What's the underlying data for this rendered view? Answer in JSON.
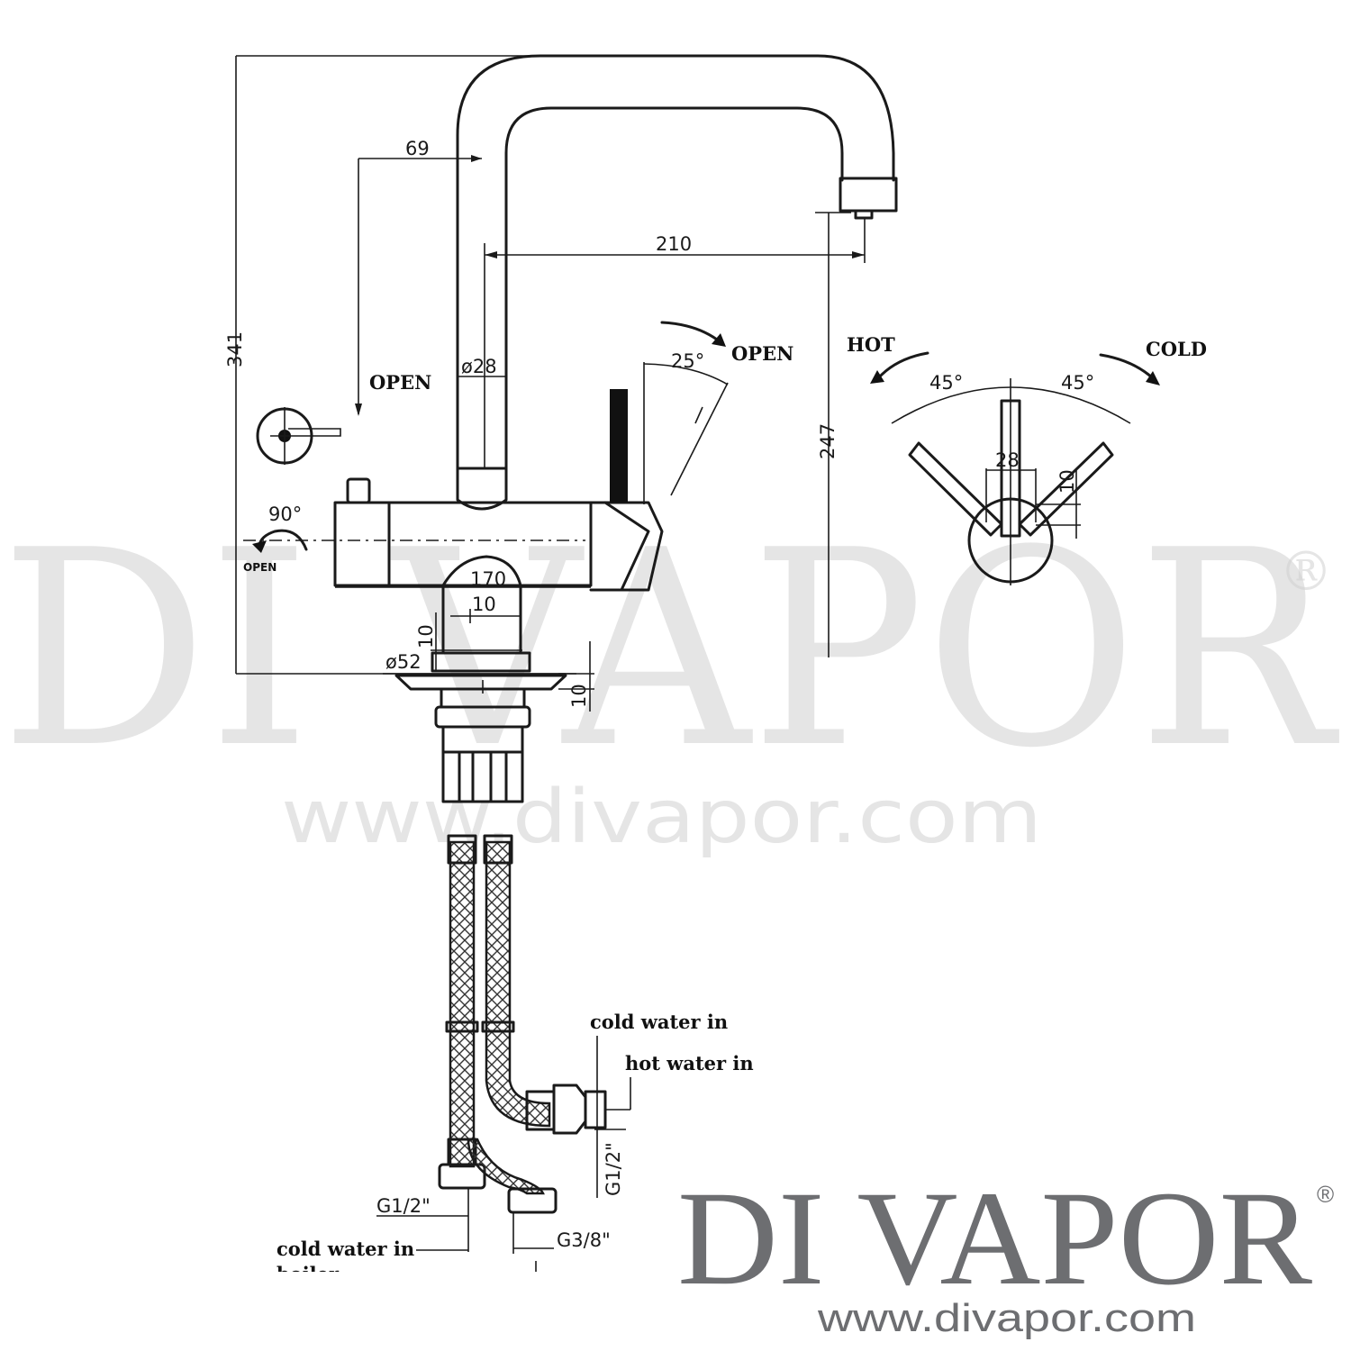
{
  "watermark": {
    "brand": "DI VAPOR",
    "registered": "®",
    "url": "www.divapor.com"
  },
  "logo": {
    "brand": "DI VAPOR",
    "registered": "®",
    "url": "www.divapor.com"
  },
  "dimensions": {
    "overall_height": "341",
    "outlet_height": "247",
    "reach": "210",
    "spout_offset": "69",
    "spout_diameter": "ø28",
    "body_length": "170",
    "base_width": "10",
    "base_height": "10",
    "base_diameter": "ø52",
    "deck_thickness": "10",
    "boiler_angle": "90°",
    "lever_angle": "25°",
    "hot_angle": "45°",
    "cold_angle": "45°",
    "handle_spacing": "28",
    "handle_offset": "10",
    "hose_thread_left": "G1/2\"",
    "hose_thread_right": "G1/2\"",
    "hose_thread_boiler": "G3/8\""
  },
  "labels": {
    "open_top": "OPEN",
    "open_lever": "OPEN",
    "open_rotate": "OPEN",
    "hot": "HOT",
    "cold": "COLD",
    "cold_water_in_right": "cold water in",
    "hot_water_in": "hot water in",
    "cold_water_in_left": "cold water in",
    "boiler_cut": "boiler"
  }
}
